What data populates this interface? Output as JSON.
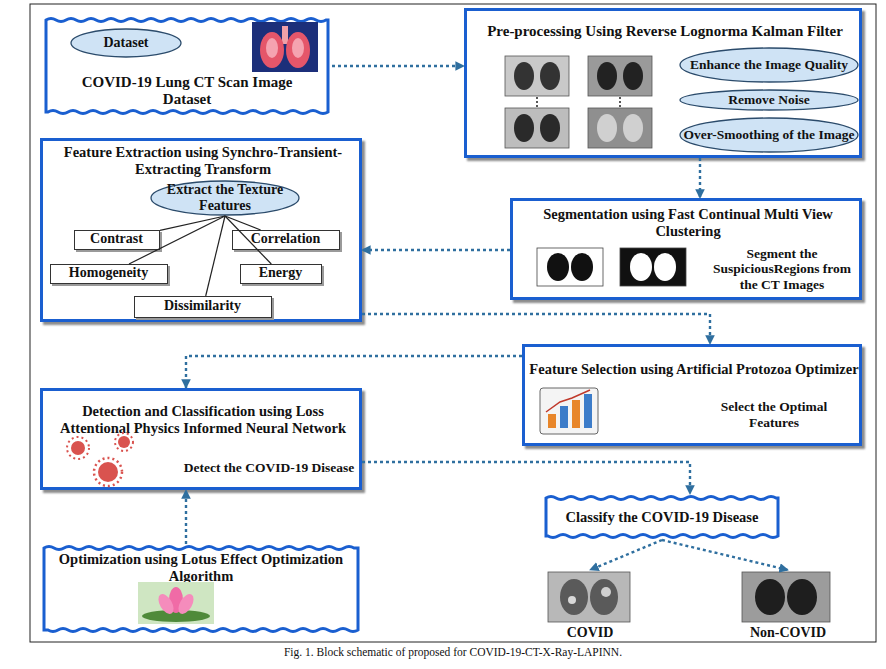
{
  "diagram": {
    "caption": "Fig. 1. Block schematic of proposed for COVID-19-CT-X-Ray-LAPINN.",
    "nodes": [
      {
        "text": [
          "COVID-19 Lung CT Scan Image Dataset"
        ]
      },
      {
        "text": [
          "Dataset"
        ],
        "in": 0
      },
      {
        "text": [
          "Pre-processing Using Reverse Lognorma Kalman Filter"
        ]
      },
      {
        "text": [
          "Enhance the Image Quality"
        ],
        "in": 2
      },
      {
        "text": [
          "Remove Noise"
        ],
        "in": 2
      },
      {
        "text": [
          "Over-Smoothing of the Image"
        ],
        "in": 2
      },
      {
        "text": [
          "Segmentation using Fast Continual Multi View Clustering",
          "Segment the SuspiciousRegions from the CT Images"
        ]
      },
      {
        "text": [
          "Feature Extraction using Synchro-Transient-Extracting Transform"
        ]
      },
      {
        "text": [
          "Extract the Texture Features"
        ],
        "in": 7
      },
      {
        "text": [
          "Contrast"
        ],
        "in": 7
      },
      {
        "text": [
          "Correlation"
        ],
        "in": 7
      },
      {
        "text": [
          "Homogeneity"
        ],
        "in": 7
      },
      {
        "text": [
          "Energy"
        ],
        "in": 7
      },
      {
        "text": [
          "Dissimilarity"
        ],
        "in": 7
      },
      {
        "text": [
          "Feature Selection using Artificial Protozoa Optimizer",
          "Select the Optimal Features"
        ]
      },
      {
        "text": [
          "Detection and Classification using Loss Attentional Physics Informed Neural Network",
          "Detect the COVID-19 Disease"
        ]
      },
      {
        "text": [
          "Classify the COVID-19 Disease"
        ]
      },
      {
        "text": [
          "Optimization using Lotus Effect Optimization Algorithm"
        ]
      },
      {
        "text": [
          "COVID"
        ]
      },
      {
        "text": [
          "Non-COVID"
        ]
      }
    ],
    "edges": [
      {
        "from": 0,
        "to": 2,
        "arrow": "to"
      },
      {
        "from": 2,
        "to": 6,
        "arrow": "to"
      },
      {
        "from": 6,
        "to": 7,
        "arrow": "to"
      },
      {
        "from": 7,
        "to": 14,
        "arrow": "to"
      },
      {
        "from": 14,
        "to": 15,
        "arrow": "to"
      },
      {
        "from": 15,
        "to": 16,
        "arrow": "to"
      },
      {
        "from": 17,
        "to": 15,
        "arrow": "to"
      },
      {
        "from": 16,
        "to": 18,
        "arrow": "to"
      },
      {
        "from": 16,
        "to": 19,
        "arrow": "to"
      },
      {
        "from": 8,
        "to": 9,
        "arrow": "none"
      },
      {
        "from": 8,
        "to": 10,
        "arrow": "none"
      },
      {
        "from": 8,
        "to": 11,
        "arrow": "none"
      },
      {
        "from": 8,
        "to": 12,
        "arrow": "none"
      },
      {
        "from": 8,
        "to": 13,
        "arrow": "none"
      }
    ]
  }
}
